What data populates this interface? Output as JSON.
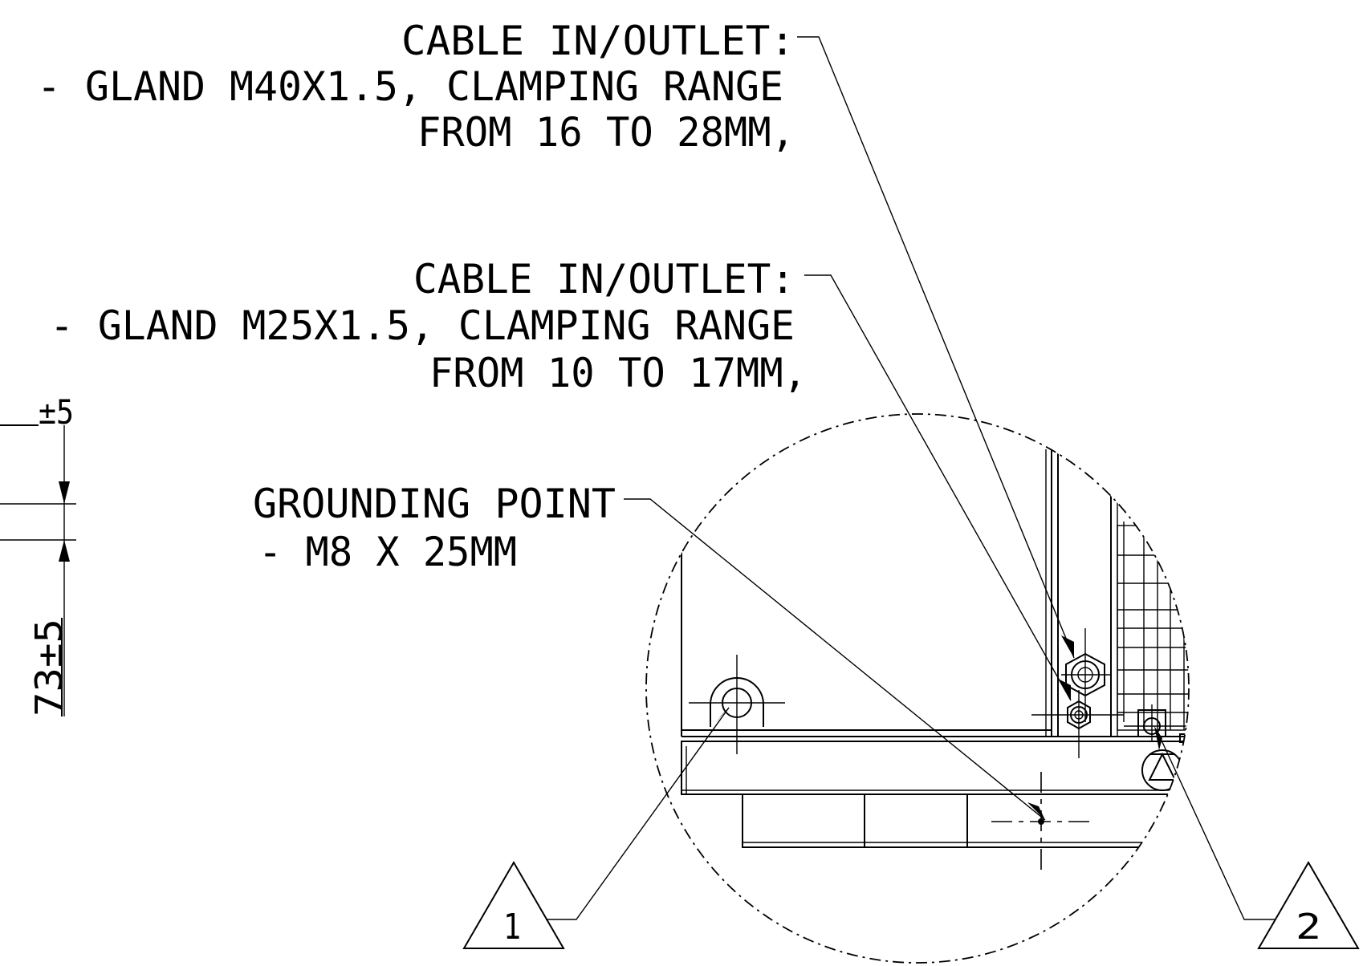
{
  "callouts": {
    "cable_outlet_large": {
      "title": "CABLE IN/OUTLET:",
      "line1": "- GLAND M40X1.5, CLAMPING RANGE",
      "line2": "FROM 16 TO 28MM,"
    },
    "cable_outlet_small": {
      "title": "CABLE IN/OUTLET:",
      "line1": "- GLAND M25X1.5, CLAMPING RANGE",
      "line2": "FROM 10 TO 17MM,"
    },
    "grounding_point": {
      "title": "GROUNDING POINT",
      "line1": "- M8 X 25MM"
    }
  },
  "dimensions": {
    "upper_partial": "±5",
    "lower": "73±5"
  },
  "markers": {
    "left": "1",
    "right": "2"
  }
}
